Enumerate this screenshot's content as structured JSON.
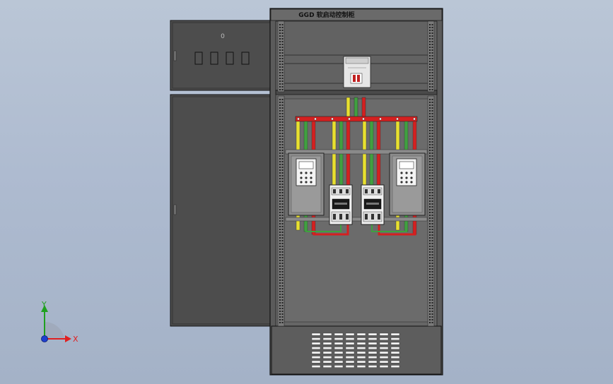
{
  "cabinet": {
    "title": "GGD  软启动控制柜",
    "door_handle_mark": "0"
  },
  "axes_triad": {
    "x_label": "X",
    "y_label": "Y",
    "x_color": "#e02020",
    "y_color": "#20a020",
    "z_color": "#1f3fd0"
  },
  "colors": {
    "background": "#b4c1d3",
    "cabinet_body": "#5a5a5a",
    "door": "#4e4e4e",
    "busbar_red": "#d42020",
    "busbar_yellow": "#e8e030",
    "busbar_green": "#40a040",
    "soft_starter_body": "#8a8a8a"
  },
  "components": {
    "soft_starters": 2,
    "contactors": 2,
    "door_windows": 4,
    "vent_rows": 8
  }
}
